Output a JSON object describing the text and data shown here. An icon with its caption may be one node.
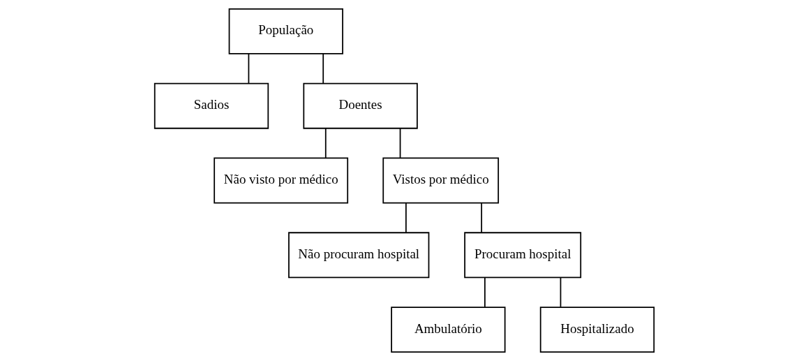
{
  "diagram": {
    "nodes": [
      {
        "text": [
          "População"
        ]
      },
      {
        "text": [
          "Sadios"
        ]
      },
      {
        "text": [
          "Doentes"
        ]
      },
      {
        "text": [
          "Não visto por médico"
        ]
      },
      {
        "text": [
          "Vistos por médico"
        ]
      },
      {
        "text": [
          "Não procuram hospital"
        ]
      },
      {
        "text": [
          "Procuram hospital"
        ]
      },
      {
        "text": [
          "Ambulatório"
        ]
      },
      {
        "text": [
          "Hospitalizado"
        ]
      }
    ],
    "edges": [
      {
        "from": 0,
        "to": 1,
        "arrow": "none"
      },
      {
        "from": 0,
        "to": 2,
        "arrow": "none"
      },
      {
        "from": 2,
        "to": 3,
        "arrow": "none"
      },
      {
        "from": 2,
        "to": 4,
        "arrow": "none"
      },
      {
        "from": 4,
        "to": 5,
        "arrow": "none"
      },
      {
        "from": 4,
        "to": 6,
        "arrow": "none"
      },
      {
        "from": 6,
        "to": 7,
        "arrow": "none"
      },
      {
        "from": 6,
        "to": 8,
        "arrow": "none"
      }
    ]
  }
}
